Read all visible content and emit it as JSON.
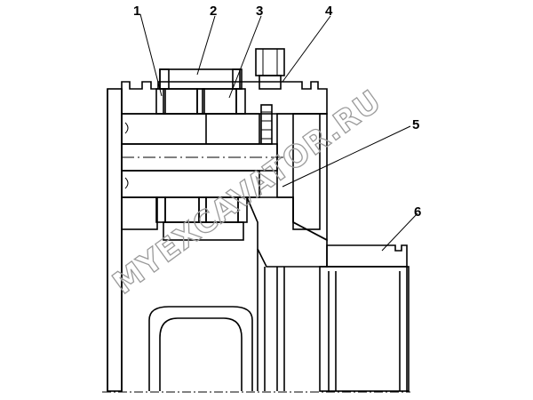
{
  "callouts": [
    "1",
    "2",
    "3",
    "4",
    "5",
    "6"
  ],
  "watermark": "MYEXCAVATOR.RU"
}
